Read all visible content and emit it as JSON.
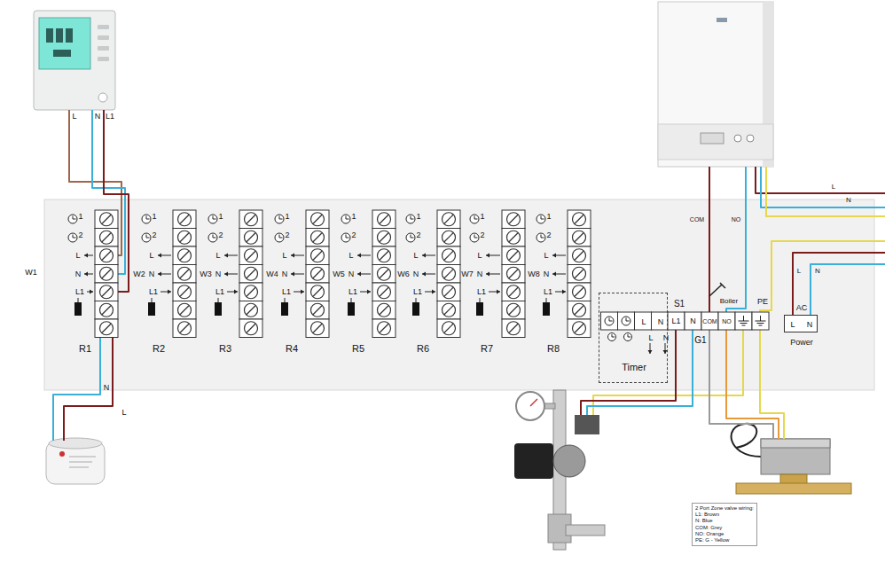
{
  "diagram": {
    "nodes": [
      {
        "text": [
          "L",
          "N",
          "L",
          "N",
          "Timer"
        ]
      },
      {
        "text": [
          "AC",
          "L",
          "N",
          "Power"
        ]
      },
      {
        "text": [
          "2 Port Zone valve wiring:",
          "L1: Brown",
          "N: Blue",
          "COM: Grey",
          "NO: Orange",
          "PE: G - Yellow"
        ]
      }
    ],
    "labels": [
      "L",
      "N",
      "L1",
      "1",
      "2",
      "L",
      "N",
      "L1",
      "W1",
      "R1",
      "1",
      "2",
      "L",
      "N",
      "L1",
      "W2",
      "R2",
      "1",
      "2",
      "L",
      "N",
      "L1",
      "W3",
      "R3",
      "1",
      "2",
      "L",
      "N",
      "L1",
      "W4",
      "R4",
      "1",
      "2",
      "L",
      "N",
      "L1",
      "W5",
      "R5",
      "1",
      "2",
      "L",
      "N",
      "L1",
      "W6",
      "R6",
      "1",
      "2",
      "L",
      "N",
      "L1",
      "W7",
      "R7",
      "1",
      "2",
      "L",
      "N",
      "L1",
      "W8",
      "R8",
      "N",
      "L",
      "COM",
      "NO",
      "L",
      "N",
      "S1",
      "L1",
      "N",
      "COM",
      "NO",
      "Boiler",
      "G1",
      "PE",
      "L",
      "N"
    ]
  }
}
